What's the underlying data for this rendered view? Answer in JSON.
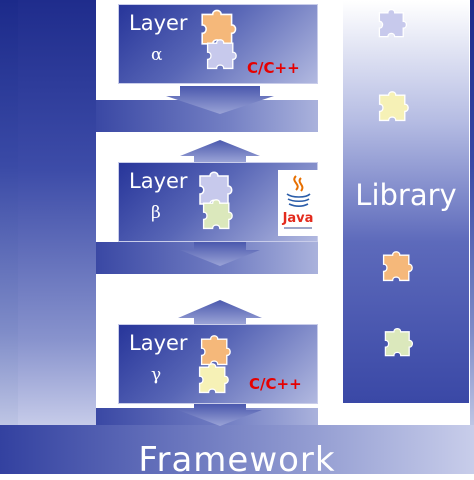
{
  "layers": [
    {
      "name": "Layer",
      "greek": "α",
      "lang": "C/C++"
    },
    {
      "name": "Layer",
      "greek": "β",
      "lang": "Java"
    },
    {
      "name": "Layer",
      "greek": "γ",
      "lang": "C/C++"
    }
  ],
  "library": {
    "label": "Library"
  },
  "framework": {
    "label": "Framework"
  },
  "colors": {
    "frame_dark": "#1c2a8a",
    "frame_light": "#dfe3f3",
    "piece_orange": "#f5b87a",
    "piece_lavender": "#c7c9ec",
    "piece_yellow": "#f6f1b6",
    "piece_green": "#dbe8bc",
    "lang_red": "#e60000"
  },
  "icons": [
    "puzzle-piece-icon",
    "java-logo-icon",
    "down-arrow-icon",
    "double-arrow-icon"
  ]
}
